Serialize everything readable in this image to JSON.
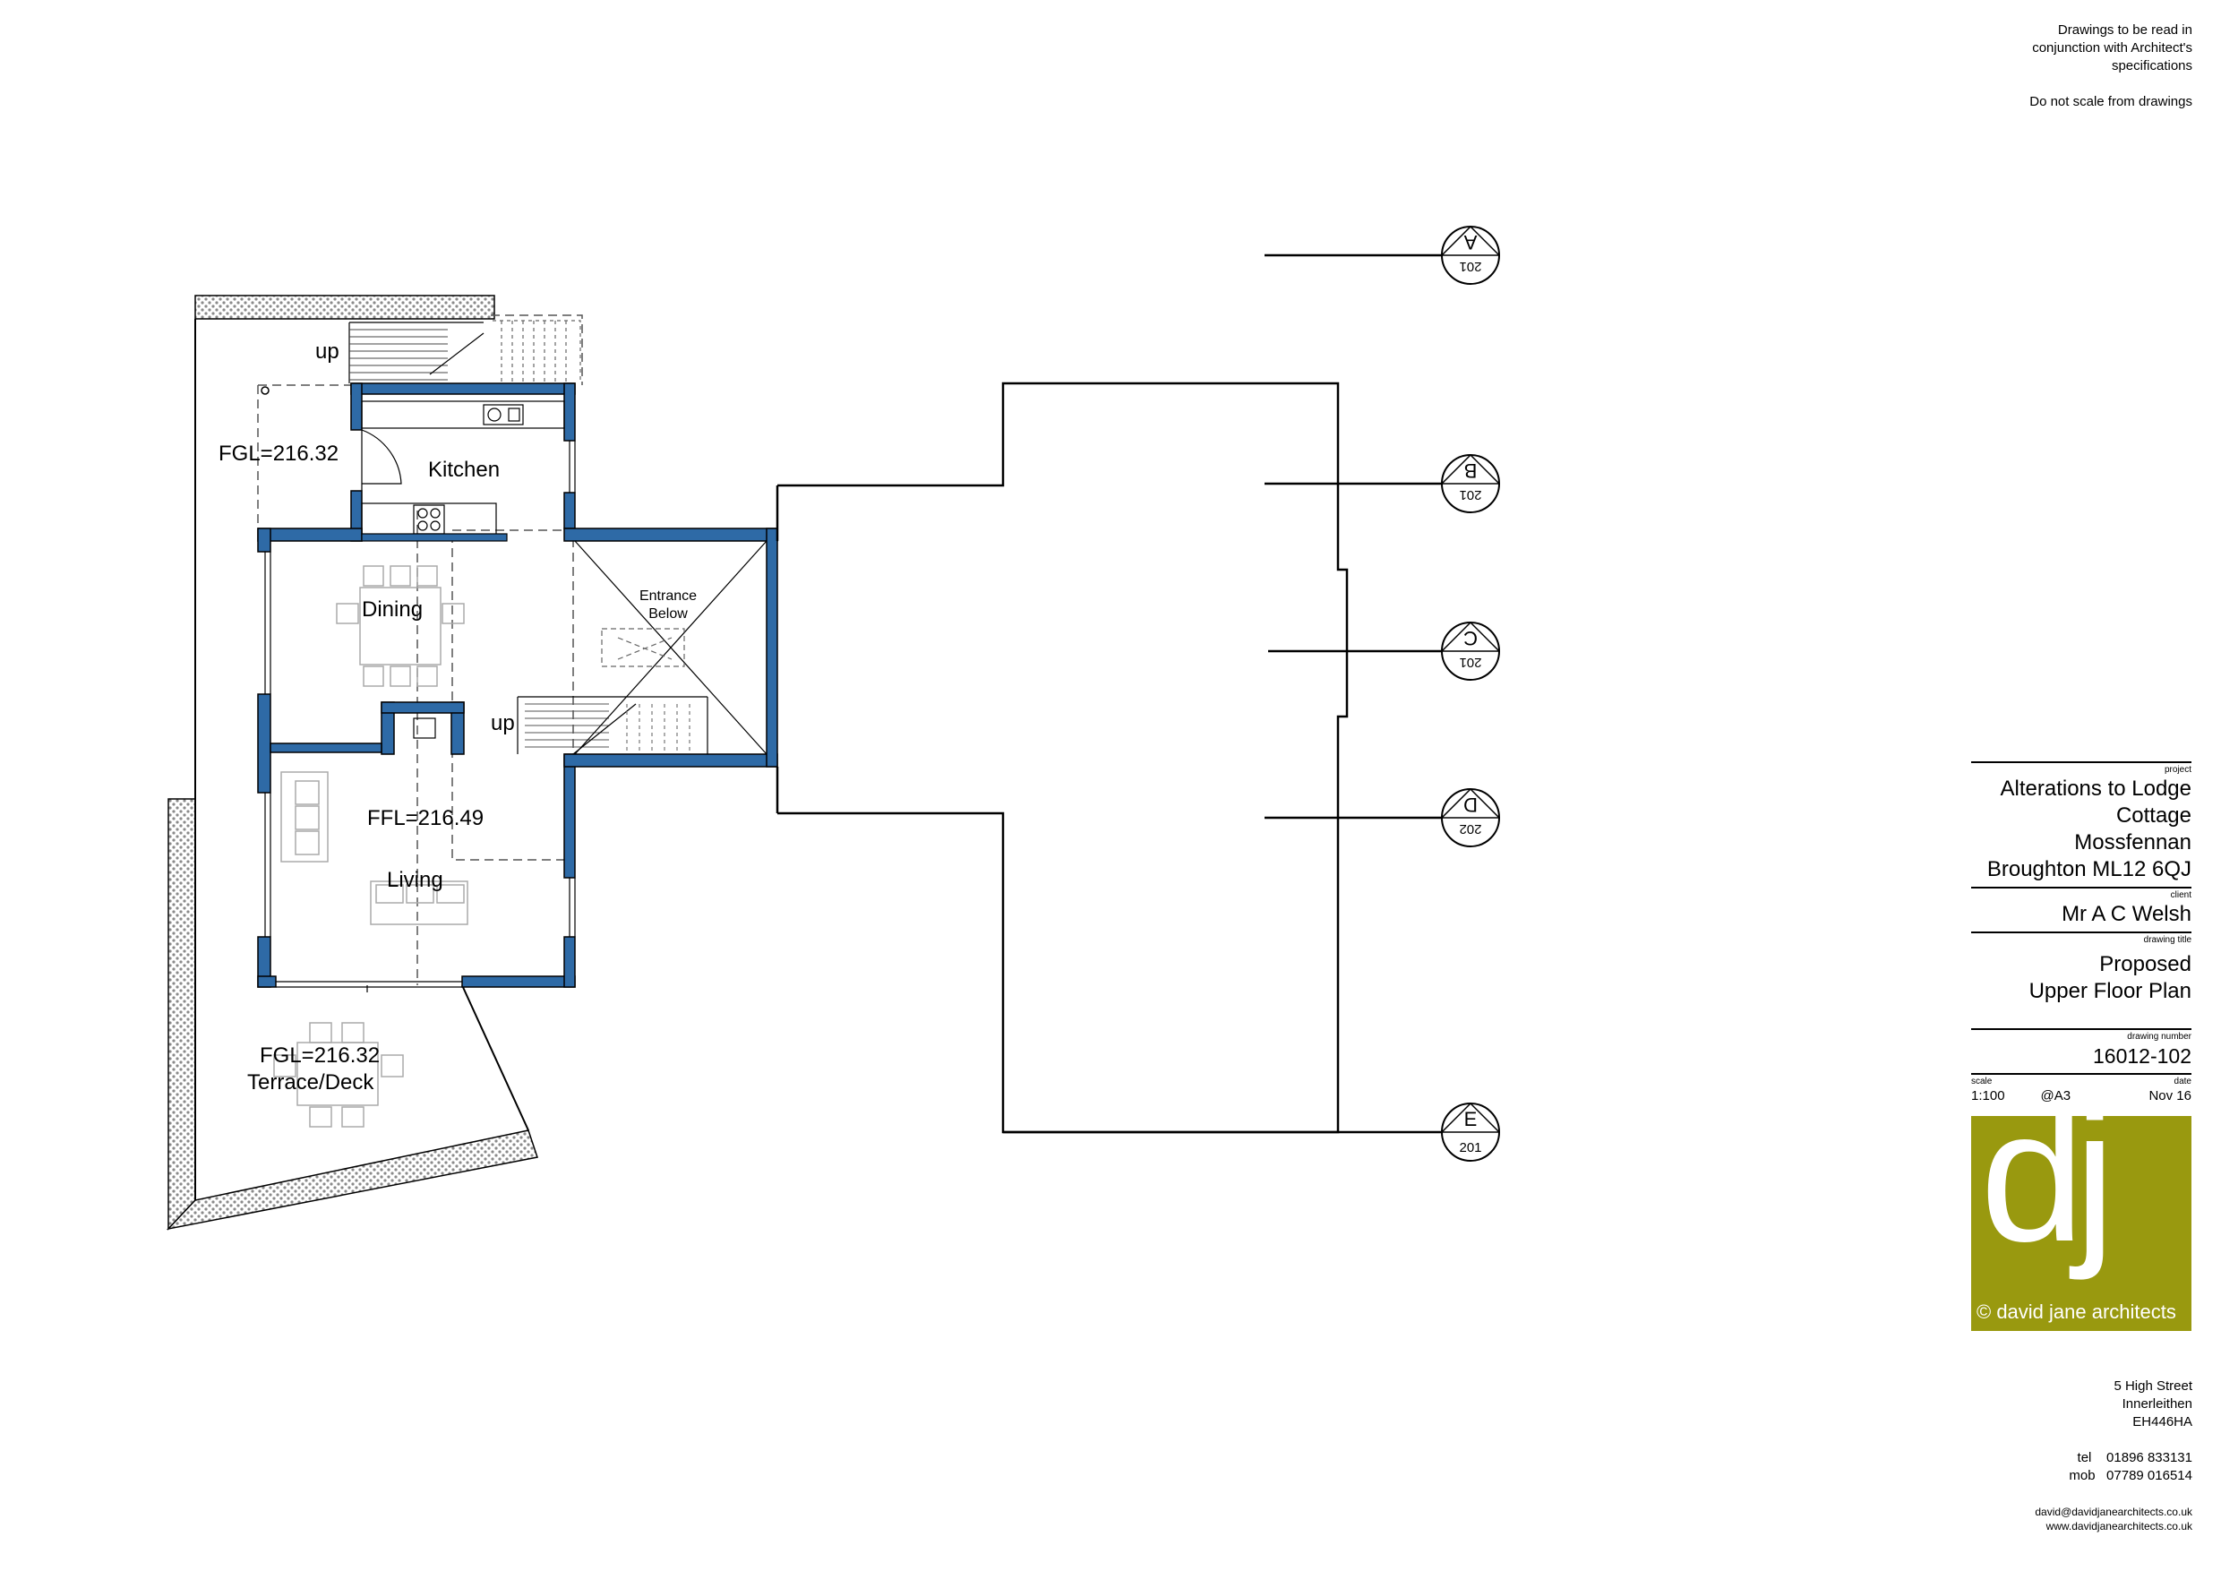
{
  "notes": {
    "line1": "Drawings to be read in",
    "line2": "conjunction with Architect's",
    "line3": "specifications",
    "line4": "Do not scale from drawings"
  },
  "plan": {
    "rooms": {
      "kitchen": "Kitchen",
      "dining": "Dining",
      "living": "Living",
      "entrance_1": "Entrance",
      "entrance_2": "Below",
      "terrace": "Terrace/Deck"
    },
    "levels": {
      "fgl_top": "FGL=216.32",
      "ffl": "FFL=216.49",
      "fgl_terrace": "FGL=216.32"
    },
    "stair_up_top": "up",
    "stair_up_mid": "up"
  },
  "sections": [
    {
      "letter": "A",
      "sheet": "201"
    },
    {
      "letter": "B",
      "sheet": "201"
    },
    {
      "letter": "C",
      "sheet": "201"
    },
    {
      "letter": "D",
      "sheet": "202"
    },
    {
      "letter": "E",
      "sheet": "201"
    }
  ],
  "titleblock": {
    "project_label": "project",
    "project_line1": "Alterations to Lodge Cottage",
    "project_line2": "Mossfennan",
    "project_line3": "Broughton ML12 6QJ",
    "client_label": "client",
    "client": "Mr A C Welsh",
    "drawing_title_label": "drawing title",
    "drawing_title_line1": "Proposed",
    "drawing_title_line2": "Upper Floor Plan",
    "drawing_number_label": "drawing number",
    "drawing_number": "16012-102",
    "scale_label": "scale",
    "date_label": "date",
    "scale": "1:100",
    "paper": "@A3",
    "date": "Nov 16"
  },
  "logo": {
    "mark": "dj",
    "brand": "© david jane architects",
    "color": "#99990f"
  },
  "address": {
    "line1": "5 High Street",
    "line2": "Innerleithen",
    "line3": "EH446HA",
    "tel": "tel    01896 833131",
    "mob": "mob   07789 016514",
    "email": "david@davidjanearchitects.co.uk",
    "web": "www.davidjanearchitects.co.uk"
  },
  "colors": {
    "wall_fill": "#2e6aa6",
    "wall_edge": "#000000",
    "hatch": "#9a9a9a"
  }
}
